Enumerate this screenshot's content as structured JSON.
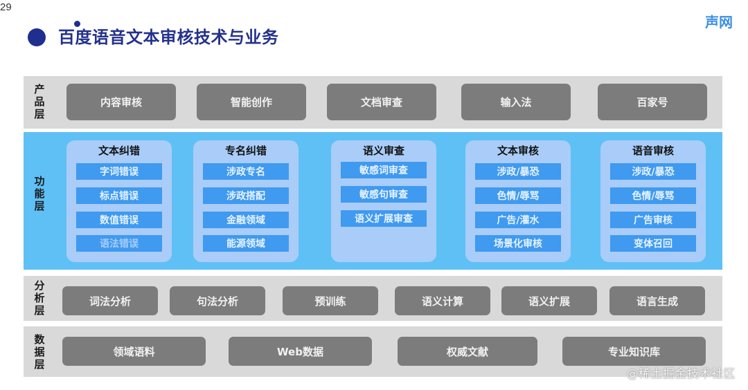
{
  "page_number": "29",
  "header": {
    "title": "百度语音文本审核技术与业务",
    "brand": "声网"
  },
  "layers": {
    "product": {
      "label": "产\n品\n层",
      "items": [
        "内容审核",
        "智能创作",
        "文档审查",
        "输入法",
        "百家号"
      ]
    },
    "function": {
      "label": "功\n能\n层",
      "groups": [
        {
          "title": "文本纠错",
          "items": [
            "字词错误",
            "标点错误",
            "数值错误",
            "语法错误"
          ]
        },
        {
          "title": "专名纠错",
          "items": [
            "涉政专名",
            "涉政搭配",
            "金融领域",
            "能源领域"
          ]
        },
        {
          "title": "语义审查",
          "items": [
            "敏感词审查",
            "敏感句审查",
            "语义扩展审查"
          ]
        },
        {
          "title": "文本审核",
          "items": [
            "涉政/暴恐",
            "色情/辱骂",
            "广告/灌水",
            "场景化审核"
          ]
        },
        {
          "title": "语音审核",
          "items": [
            "涉政/暴恐",
            "色情/辱骂",
            "广告审核",
            "变体召回"
          ]
        }
      ]
    },
    "analysis": {
      "label": "分\n析\n层",
      "items": [
        "词法分析",
        "句法分析",
        "预训练",
        "语义计算",
        "语义扩展",
        "语言生成"
      ]
    },
    "data": {
      "label": "数\n据\n层",
      "items": [
        "领域语料",
        "Web数据",
        "权威文献",
        "专业知识库"
      ]
    }
  },
  "watermark": "@稀土掘金技术社区",
  "colors": {
    "title": "#23318c",
    "brand": "#3c8fe0",
    "gray_band": "#d9d9d9",
    "gray_button": "#7c7c7c",
    "blue_band": "#5fc0f5",
    "card": "#a9cdf8",
    "card_item": "#3f9af0"
  }
}
